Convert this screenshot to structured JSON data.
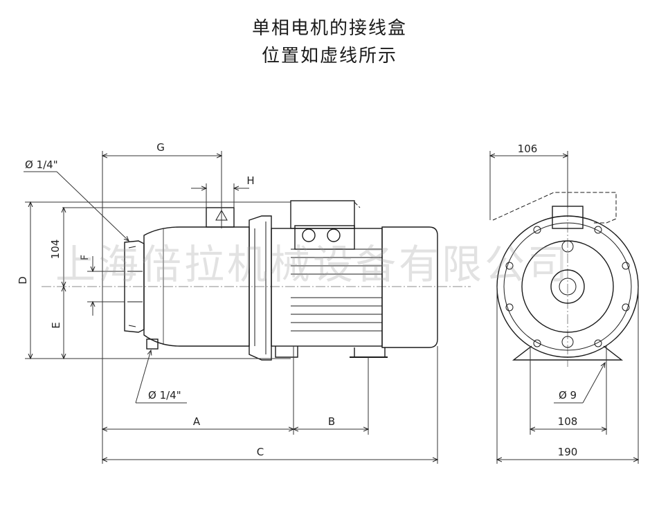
{
  "title": {
    "line1": "单相电机的接线盒",
    "line2": "位置如虚线所示"
  },
  "watermark": "上海倍拉机械设备有限公司",
  "side_view": {
    "dims": {
      "G": "G",
      "H": "H",
      "D": "D",
      "d104": "104",
      "F": "F",
      "E": "E",
      "A": "A",
      "B": "B",
      "C": "C",
      "port_top": "Ø 1/4\"",
      "port_bottom": "Ø 1/4\""
    }
  },
  "front_view": {
    "dims": {
      "d106": "106",
      "d9": "Ø 9",
      "d108": "108",
      "d190": "190"
    }
  },
  "colors": {
    "line": "#1a1a1a",
    "dim": "#333333"
  }
}
